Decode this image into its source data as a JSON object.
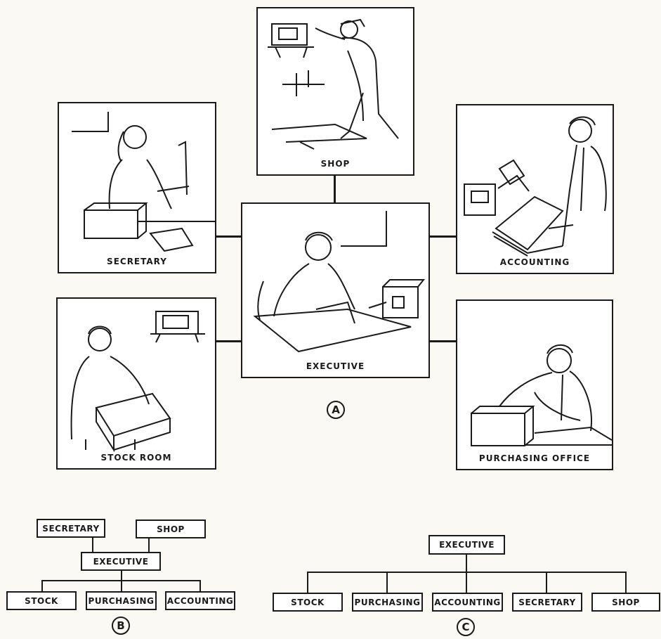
{
  "diagram_a": {
    "marker": "A",
    "shop": "SHOP",
    "secretary": "SECRETARY",
    "accounting": "ACCOUNTING",
    "executive": "EXECUTIVE",
    "stock_room": "STOCK ROOM",
    "purchasing_office": "PURCHASING OFFICE"
  },
  "diagram_b": {
    "marker": "B",
    "secretary": "SECRETARY",
    "shop": "SHOP",
    "executive": "EXECUTIVE",
    "stock": "STOCK",
    "purchasing": "PURCHASING",
    "accounting": "ACCOUNTING"
  },
  "diagram_c": {
    "marker": "C",
    "executive": "EXECUTIVE",
    "stock": "STOCK",
    "purchasing": "PURCHASING",
    "accounting": "ACCOUNTING",
    "secretary": "SECRETARY",
    "shop": "SHOP"
  }
}
